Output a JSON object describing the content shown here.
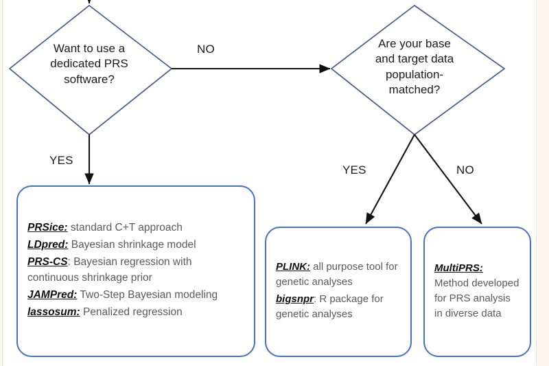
{
  "colors": {
    "diamond_stroke": "#44598c",
    "box_stroke": "#4472c4",
    "arrow": "#111111",
    "title_text": "#101010",
    "desc_text": "#5a5a5a",
    "page_edge": "#fdf8f0"
  },
  "decisions": [
    {
      "id": "dedicated-prs-software",
      "text": "Want to use a\ndedicated PRS\nsoftware?"
    },
    {
      "id": "population-matched",
      "text": "Are your base\nand target data\npopulation-\nmatched?"
    }
  ],
  "edge_labels": {
    "d1_no": "NO",
    "d1_yes": "YES",
    "d2_yes": "YES",
    "d2_no": "NO"
  },
  "boxes": [
    {
      "id": "dedicated-prs-tools",
      "entries": [
        {
          "name": "PRSice:",
          "desc": " standard C+T approach"
        },
        {
          "name": "LDpred:",
          "desc": " Bayesian shrinkage model"
        },
        {
          "name": "PRS-CS",
          "desc": ": Bayesian regression with continuous shrinkage prior"
        },
        {
          "name": "JAMPred:",
          "desc": " Two-Step Bayesian modeling"
        },
        {
          "name": "lassosum:",
          "desc": " Penalized regression"
        }
      ]
    },
    {
      "id": "population-matched-tools",
      "entries": [
        {
          "name": "PLINK:",
          "desc": " all purpose tool for genetic analyses"
        },
        {
          "name": "bigsnpr",
          "desc": ": R package for genetic analyses"
        }
      ]
    },
    {
      "id": "diverse-data-tools",
      "entries": [
        {
          "name": "MultiPRS:",
          "desc": " Method developed for PRS analysis in diverse data"
        }
      ]
    }
  ]
}
